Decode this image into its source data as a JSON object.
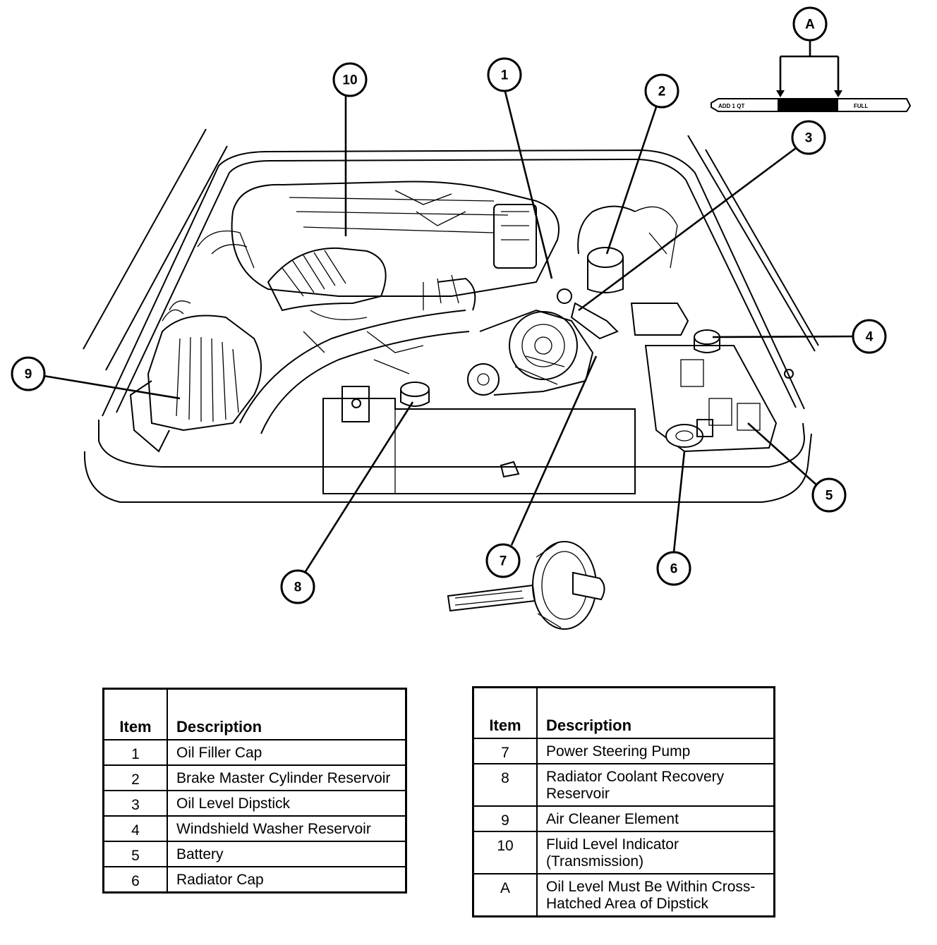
{
  "callouts": [
    {
      "id": "1",
      "label": "1"
    },
    {
      "id": "2",
      "label": "2"
    },
    {
      "id": "3",
      "label": "3"
    },
    {
      "id": "4",
      "label": "4"
    },
    {
      "id": "5",
      "label": "5"
    },
    {
      "id": "6",
      "label": "6"
    },
    {
      "id": "7",
      "label": "7"
    },
    {
      "id": "8",
      "label": "8"
    },
    {
      "id": "9",
      "label": "9"
    },
    {
      "id": "10",
      "label": "10"
    },
    {
      "id": "A",
      "label": "A"
    }
  ],
  "dipstick": {
    "low_mark": "ADD 1 QT",
    "full_mark": "FULL"
  },
  "legend": {
    "item_header": "Item",
    "description_header": "Description",
    "left": [
      {
        "item": "1",
        "description": "Oil Filler Cap"
      },
      {
        "item": "2",
        "description": "Brake Master Cylinder Reservoir"
      },
      {
        "item": "3",
        "description": "Oil Level Dipstick"
      },
      {
        "item": "4",
        "description": "Windshield Washer Reservoir"
      },
      {
        "item": "5",
        "description": "Battery"
      },
      {
        "item": "6",
        "description": "Radiator Cap"
      }
    ],
    "right": [
      {
        "item": "7",
        "description": "Power Steering Pump"
      },
      {
        "item": "8",
        "description": "Radiator Coolant Recovery Reservoir"
      },
      {
        "item": "9",
        "description": "Air Cleaner Element"
      },
      {
        "item": "10",
        "description": "Fluid Level Indicator (Transmission)"
      },
      {
        "item": "A",
        "description": "Oil Level Must Be Within Cross-Hatched Area of Dipstick"
      }
    ]
  }
}
